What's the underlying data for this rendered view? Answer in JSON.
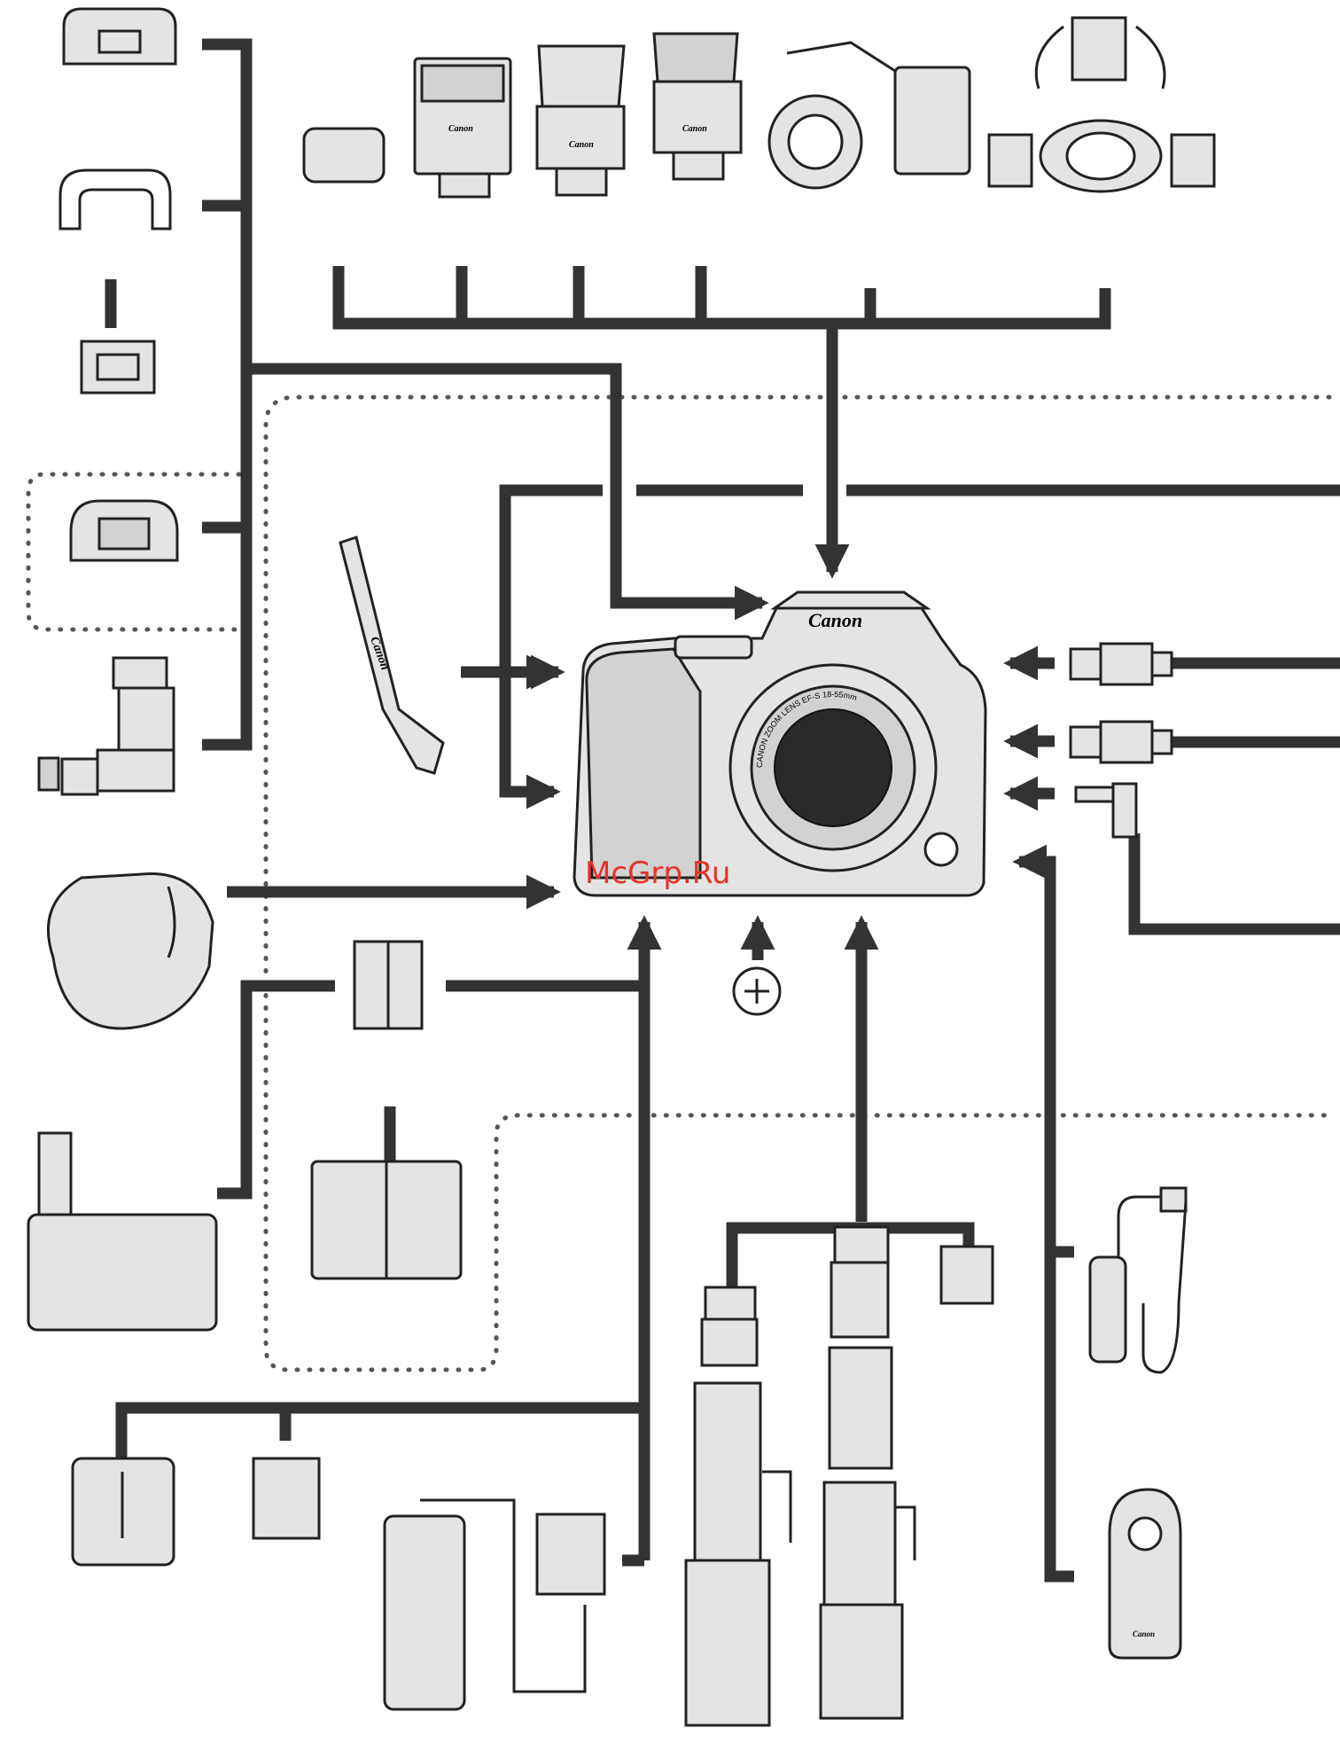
{
  "camera": {
    "brand_label": "Canon",
    "lens_ring_text": "CANON ZOOM LENS EF-S 18-55mm"
  },
  "flash_units": {
    "brand_label": "Canon"
  },
  "accessories": {
    "strap_label": "Canon",
    "remote_label": "Canon"
  },
  "watermark": {
    "text": "McGrp.Ru",
    "color": "#e8322a"
  },
  "colors": {
    "line": "#333333",
    "background": "#ffffff"
  }
}
